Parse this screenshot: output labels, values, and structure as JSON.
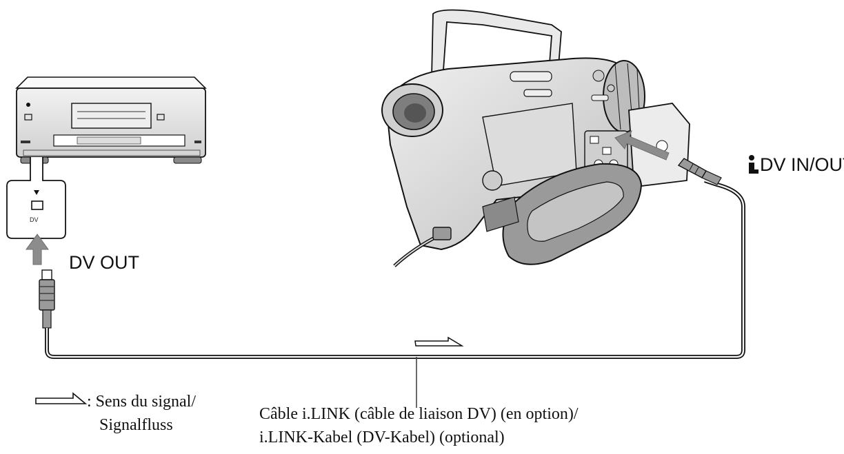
{
  "labels": {
    "dv_out": "DV OUT",
    "dv_in_out": "DV IN/OUT",
    "port_dv": "DV",
    "legend_line1": ": Sens du signal/",
    "legend_line2": "Signalfluss",
    "cable_line1": "Câble i.LINK (câble de liaison DV) (en option)/",
    "cable_line2": "i.LINK-Kabel (DV-Kabel) (optional)"
  },
  "icons": {
    "ilink": "i-link-icon",
    "signal_direction": "signal-direction-arrow-icon",
    "port_arrow": "down-triangle-icon"
  },
  "colors": {
    "line": "#111111",
    "device_fill": "#e6e6e6",
    "device_dark": "#9a9a9a",
    "arrow_fill": "#8c8c8c"
  }
}
